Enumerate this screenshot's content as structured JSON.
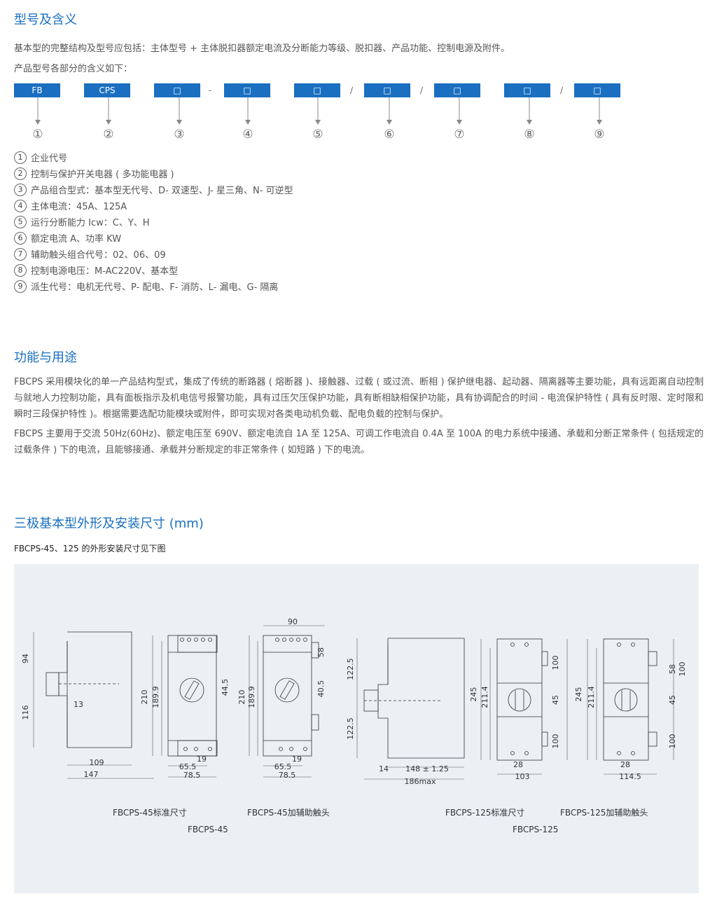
{
  "section1": {
    "title": "型号及含义",
    "intro": "基本型的完整结构及型号应包括：主体型号 + 主体脱扣器额定电流及分断能力等级、脱扣器、产品功能、控制电源及附件。",
    "intro2": "产品型号各部分的含义如下：",
    "model_boxes": [
      "FB",
      "CPS",
      "□",
      "□",
      "□",
      "□",
      "□",
      "□",
      "□"
    ],
    "separators": [
      "-",
      "/",
      "/",
      "/"
    ],
    "numbers": [
      "①",
      "②",
      "③",
      "④",
      "⑤",
      "⑥",
      "⑦",
      "⑧",
      "⑨"
    ],
    "legend": [
      {
        "num": "1",
        "text": "企业代号"
      },
      {
        "num": "2",
        "text": "控制与保护开关电器 ( 多功能电器 )"
      },
      {
        "num": "3",
        "text": "产品组合型式：基本型无代号、D- 双速型、J- 星三角、N- 可逆型"
      },
      {
        "num": "4",
        "text": "主体电流：45A、125A"
      },
      {
        "num": "5",
        "text": "运行分断能力 Icw：C、Y、H"
      },
      {
        "num": "6",
        "text": "额定电流 A、功率 KW"
      },
      {
        "num": "7",
        "text": "辅助触头组合代号：02、06、09"
      },
      {
        "num": "8",
        "text": "控制电源电压：M-AC220V、基本型"
      },
      {
        "num": "9",
        "text": "派生代号：电机无代号、P- 配电、F- 消防、L- 漏电、G- 隔离"
      }
    ]
  },
  "section2": {
    "title": "功能与用途",
    "p1": "FBCPS 采用模块化的单一产品结构型式，集成了传统的断路器 ( 熔断器 )、接触器、过载 ( 或过流、断相 ) 保护继电器、起动器、隔离器等主要功能，具有远距离自动控制与就地人力控制功能，具有面板指示及机电信号报警功能，具有过压欠压保护功能，具有断相缺相保护功能，具有协调配合的时间 - 电流保护特性 ( 具有反时限、定时限和瞬时三段保护特性 )。根据需要选配功能模块或附件，即可实现对各类电动机负载、配电负载的控制与保护。",
    "p2": "FBCPS 主要用于交流 50Hz(60Hz)、额定电压至 690V、额定电流自 1A 至 125A、可调工作电流自 0.4A 至 100A 的电力系统中接通、承载和分断正常条件 ( 包括规定的过载条件 ) 下的电流，且能够接通、承载并分断规定的非正常条件 ( 如短路 ) 下的电流。"
  },
  "section3": {
    "title": "三极基本型外形及安装尺寸 (mm)",
    "subtitle": "FBCPS-45、125 的外形安装尺寸见下图",
    "captions": {
      "c45_std": "FBCPS-45标准尺寸",
      "c45_aux": "FBCPS-45加辅助触头",
      "c45": "FBCPS-45",
      "c125_std": "FBCPS-125标准尺寸",
      "c125_aux": "FBCPS-125加辅助触头",
      "c125": "FBCPS-125"
    },
    "dims": {
      "d94": "94",
      "d116": "116",
      "d13": "13",
      "d109": "109",
      "d147": "147",
      "d210": "210",
      "d189_9": "189.9",
      "d44_5": "44.5",
      "d65_5": "65.5",
      "d19": "19",
      "d78_5": "78.5",
      "d90": "90",
      "d58": "58",
      "d40_5": "40.5",
      "d122_5": "122.5",
      "d14": "14",
      "d148": "148 ± 1.25",
      "d186": "186max",
      "d245": "245",
      "d211_4": "211.4",
      "d100": "100",
      "d45": "45",
      "d28": "28",
      "d103": "103",
      "d114_5": "114.5"
    }
  }
}
